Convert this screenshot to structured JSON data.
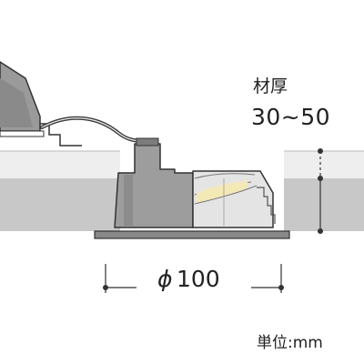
{
  "thickness": {
    "label": "材厚",
    "range": "30~50"
  },
  "diameter": {
    "symbol": "ϕ",
    "value": "100"
  },
  "unit": "単位:mm",
  "colors": {
    "line": "#3a3a3a",
    "ceiling_light": "#eeeeee",
    "ceiling_dark": "#c8c8c8",
    "housing": "#9d9d9d",
    "housing_dark": "#7c7c7c",
    "reflector": "#d9d9d9",
    "lens": "#f3e9b4"
  }
}
